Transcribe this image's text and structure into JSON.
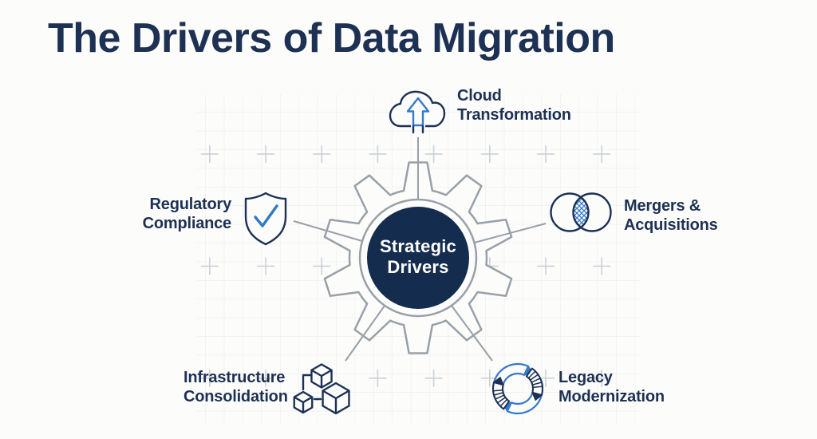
{
  "title": "The Drivers of Data Migration",
  "hub": {
    "label": "Strategic\nDrivers"
  },
  "drivers": [
    {
      "id": "cloud-transformation",
      "label": "Cloud\nTransformation",
      "icon": "cloud-upload-icon",
      "position": "top"
    },
    {
      "id": "mergers-acquisitions",
      "label": "Mergers &\nAcquisitions",
      "icon": "venn-overlap-icon",
      "position": "right"
    },
    {
      "id": "legacy-modernization",
      "label": "Legacy\nModernization",
      "icon": "cycle-arrows-icon",
      "position": "bottom-right"
    },
    {
      "id": "infrastructure-consolidation",
      "label": "Infrastructure\nConsolidation",
      "icon": "cubes-icon",
      "position": "bottom-left"
    },
    {
      "id": "regulatory-compliance",
      "label": "Regulatory\nCompliance",
      "icon": "shield-check-icon",
      "position": "left"
    }
  ],
  "colors": {
    "navy": "#1d3154",
    "hub-fill": "#142c4e",
    "accent-blue": "#3579c9",
    "line-gray": "#98a0a8",
    "grid-line": "#e9ebed",
    "grid-cross": "#c9ced3",
    "bg": "#fcfcfb"
  }
}
